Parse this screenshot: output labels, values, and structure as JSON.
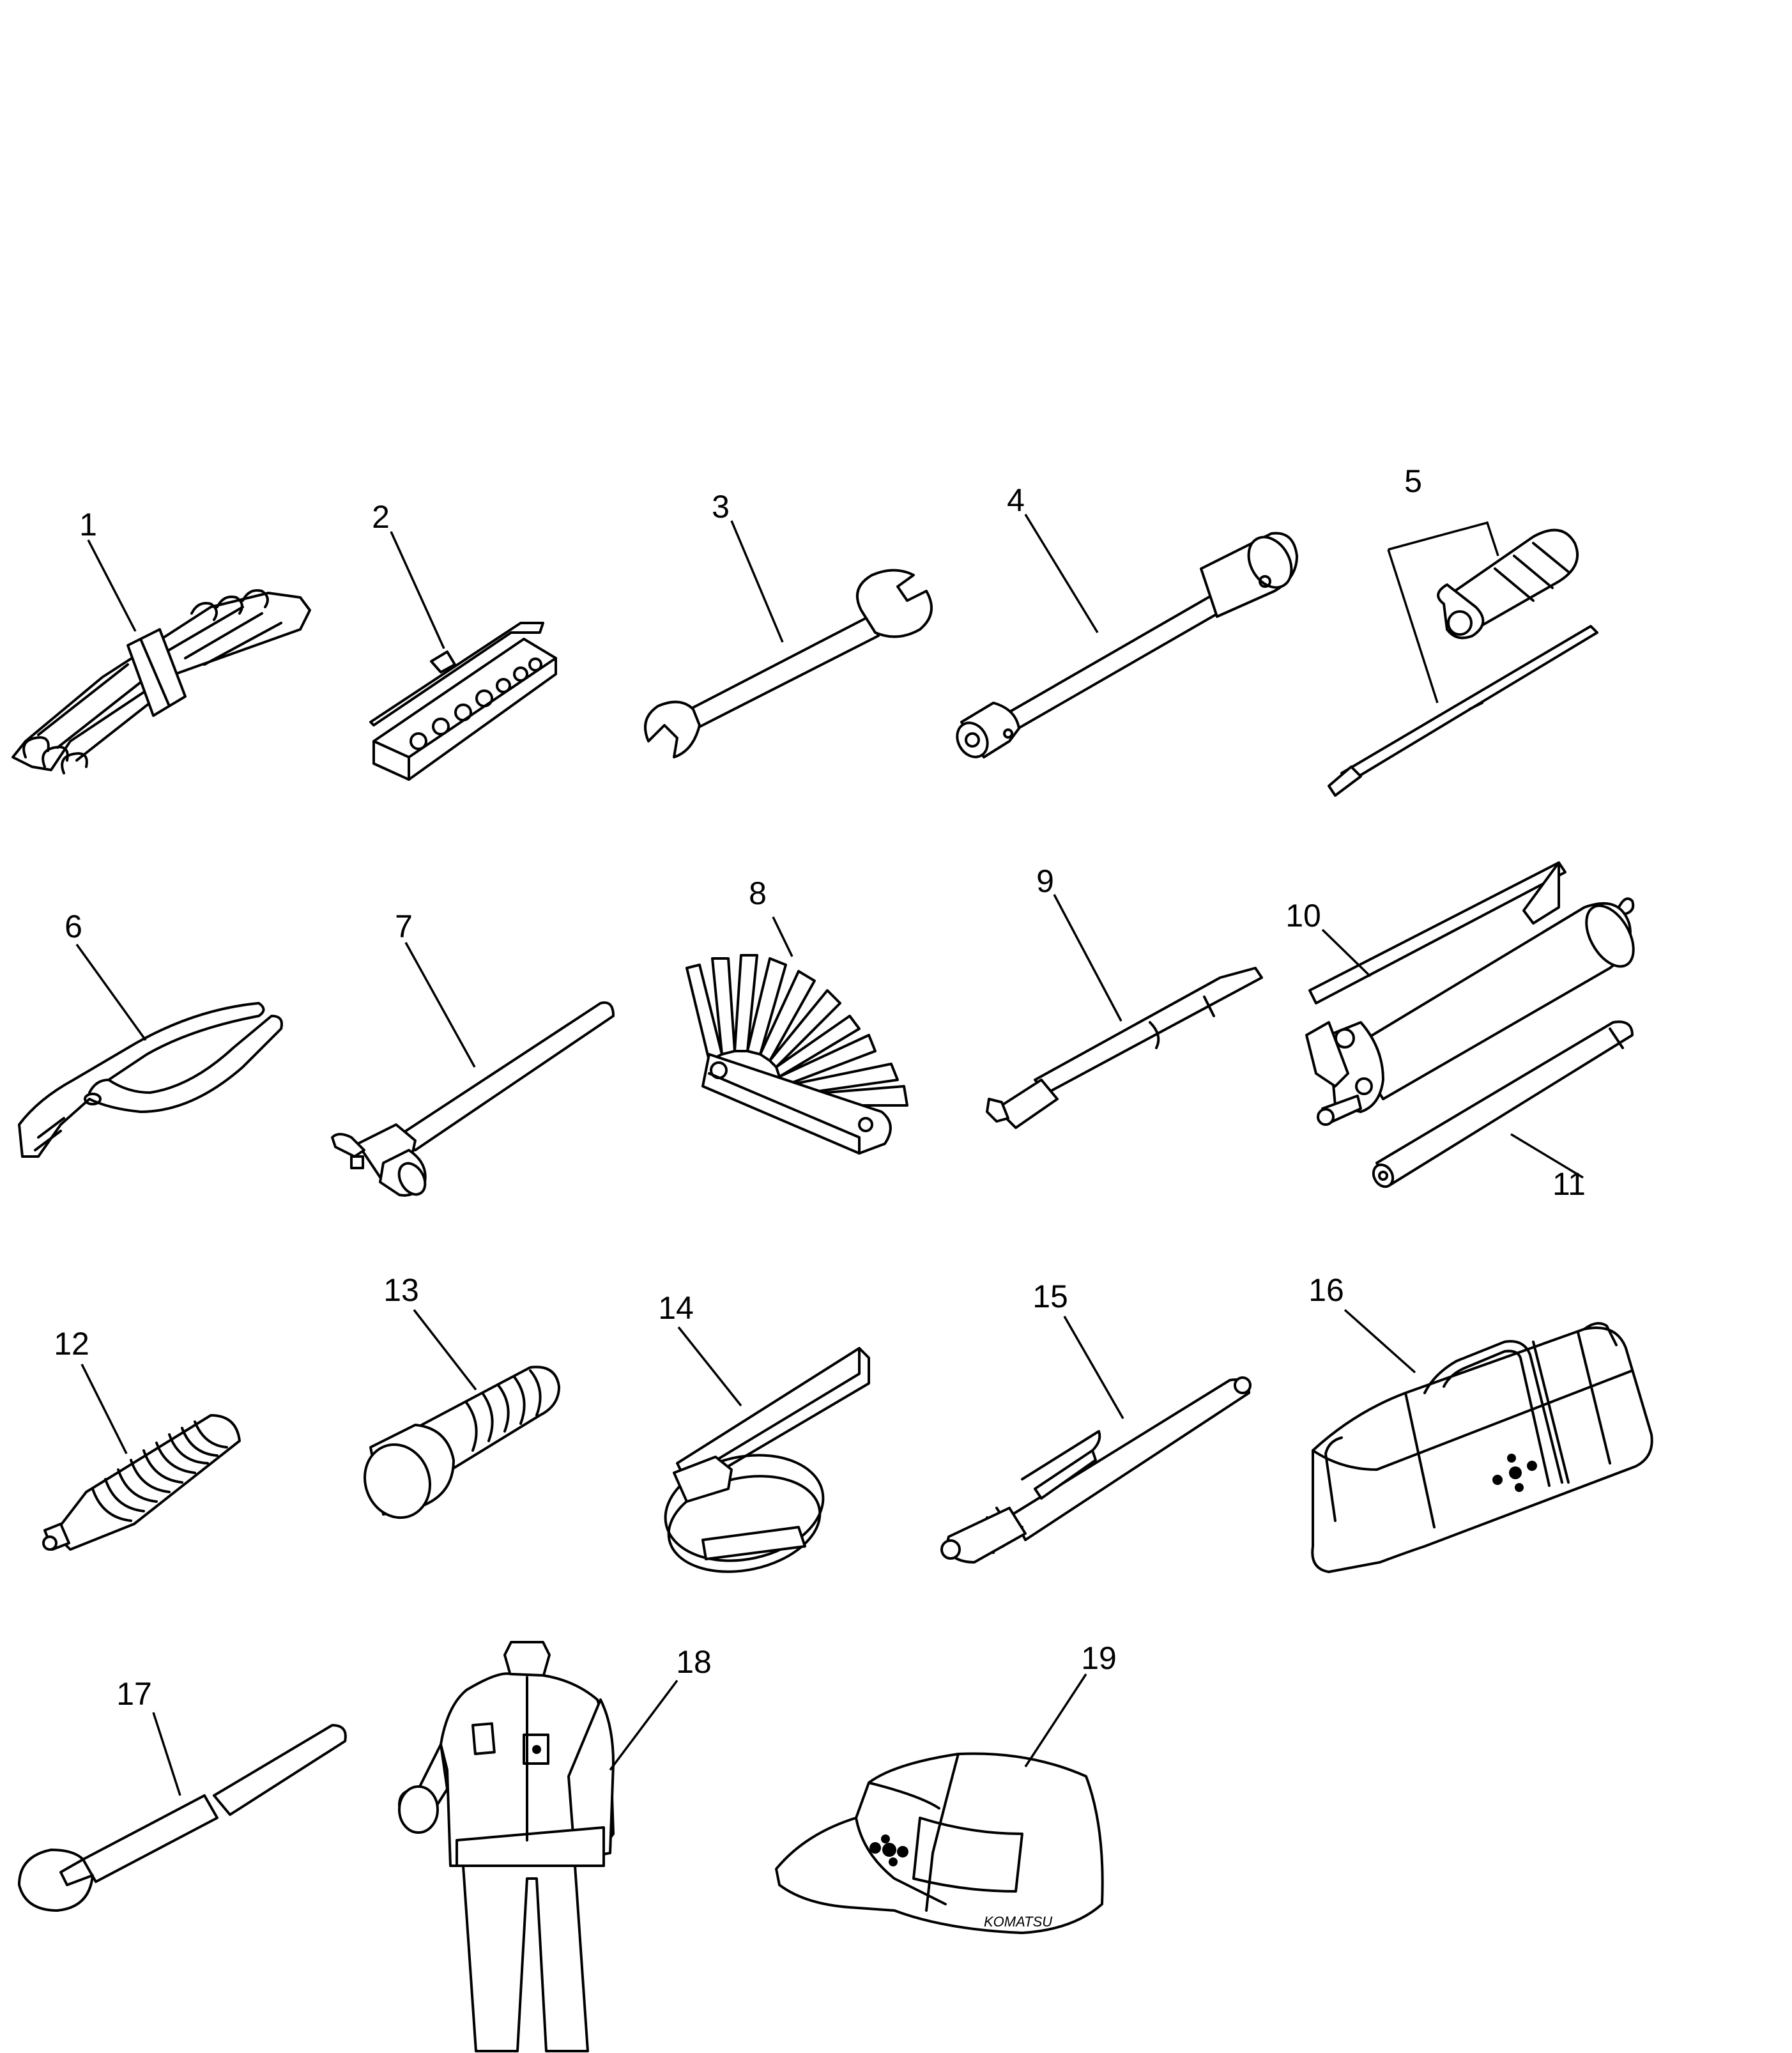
{
  "callouts": {
    "c1": "1",
    "c2": "2",
    "c3": "3",
    "c4": "4",
    "c5": "5",
    "c6": "6",
    "c7": "7",
    "c8": "8",
    "c9": "9",
    "c10": "10",
    "c11": "11",
    "c12": "12",
    "c13": "13",
    "c14": "14",
    "c15": "15",
    "c16": "16",
    "c17": "17",
    "c18": "18",
    "c19": "19"
  },
  "cap_text": "KOMATSU"
}
